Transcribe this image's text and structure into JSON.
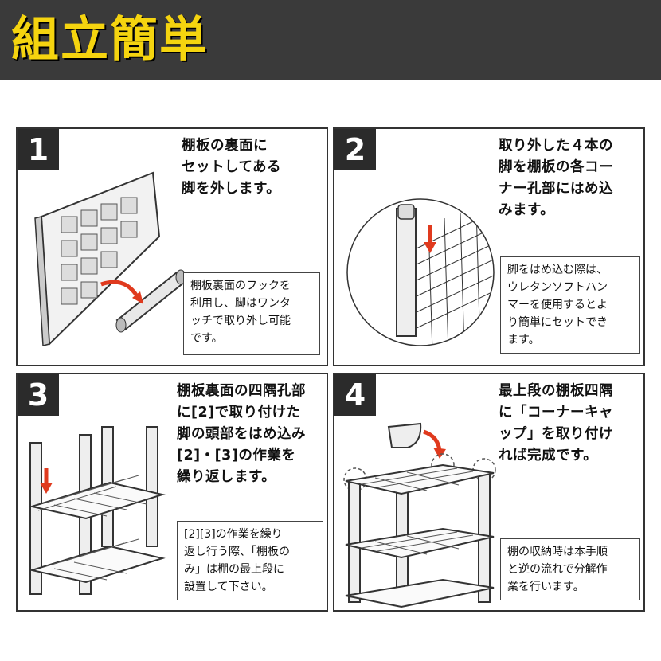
{
  "header": {
    "title": "組立簡単"
  },
  "steps": [
    {
      "number": "1",
      "text": "棚板の裏面に\nセットしてある\n脚を外します。",
      "note": "棚板裏面のフックを\n利用し、脚はワンタ\nッチで取り外し可能\nです。"
    },
    {
      "number": "2",
      "text": "取り外した４本の\n脚を棚板の各コー\nナー孔部にはめ込\nみます。",
      "note": "脚をはめ込む際は、\nウレタンソフトハン\nマーを使用するとよ\nり簡単にセットでき\nます。"
    },
    {
      "number": "3",
      "text": "棚板裏面の四隅孔部\nに[2]で取り付けた\n脚の頭部をはめ込み\n[2]・[3]の作業を\n繰り返します。",
      "note": "[2][3]の作業を繰り\n返し行う際、「棚板の\nみ」は棚の最上段に\n設置して下さい。"
    },
    {
      "number": "4",
      "text": "最上段の棚板四隅\nに「コーナーキャ\nップ」を取り付け\nれば完成です。",
      "note": "棚の収納時は本手順\nと逆の流れで分解作\n業を行います。"
    }
  ],
  "colors": {
    "header_bg": "#3a3a3a",
    "title": "#f5d40f",
    "arrow": "#e03a1e",
    "step_badge": "#2b2b2b"
  }
}
